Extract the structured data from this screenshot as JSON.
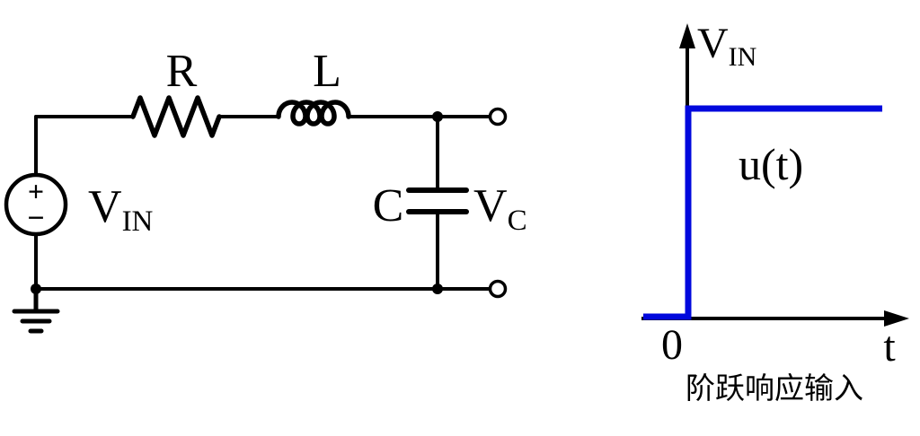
{
  "figure": {
    "background": "#ffffff"
  },
  "circuit": {
    "resistor_label": "R",
    "inductor_label": "L",
    "capacitor_label": "C",
    "source": {
      "name": "V",
      "sub": "IN",
      "plus": "+",
      "minus": "−"
    },
    "cap_voltage": {
      "name": "V",
      "sub": "C"
    }
  },
  "graph": {
    "y_axis": {
      "name": "V",
      "sub": "IN"
    },
    "curve_label": "u(t)",
    "origin_label": "0",
    "x_axis_label": "t",
    "caption": "阶跃响应输入",
    "line_color": "#0008dd"
  },
  "chart_data": {
    "type": "line",
    "title": "",
    "xlabel": "t",
    "ylabel": "V_IN",
    "xlim": [
      -0.25,
      1.1
    ],
    "ylim": [
      0,
      1.2
    ],
    "grid": false,
    "legend_position": "none",
    "series": [
      {
        "name": "u(t)",
        "x": [
          -0.25,
          0,
          0,
          1.05
        ],
        "y": [
          0,
          0,
          1,
          1
        ]
      }
    ],
    "annotations": [
      {
        "text": "u(t)",
        "x": 0.35,
        "y": 0.75
      },
      {
        "text": "0",
        "x": 0,
        "y": -0.12
      }
    ]
  }
}
